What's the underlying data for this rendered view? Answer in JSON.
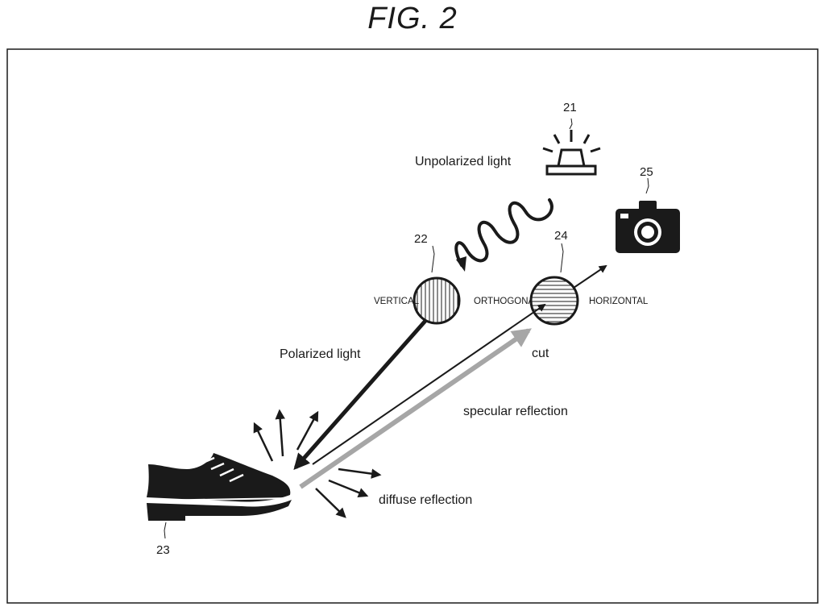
{
  "figure": {
    "title": "FIG. 2",
    "refs": {
      "light_source": "21",
      "polarizer": "22",
      "shoe": "23",
      "analyzer": "24",
      "camera": "25"
    },
    "labels": {
      "unpolarized_light": "Unpolarized light",
      "polarized_light": "Polarized light",
      "vertical": "VERTICAL",
      "orthogonal": "ORTHOGONAL",
      "horizontal": "HORIZONTAL",
      "cut": "cut",
      "specular_reflection": "specular reflection",
      "diffuse_reflection": "diffuse reflection"
    },
    "icons": [
      "warning-light-icon",
      "camera-icon",
      "shoe-icon",
      "vertical-polarizer-icon",
      "horizontal-polarizer-icon"
    ],
    "colors": {
      "ink": "#1a1a1a",
      "specular_beam": "#a6a6a6"
    }
  }
}
